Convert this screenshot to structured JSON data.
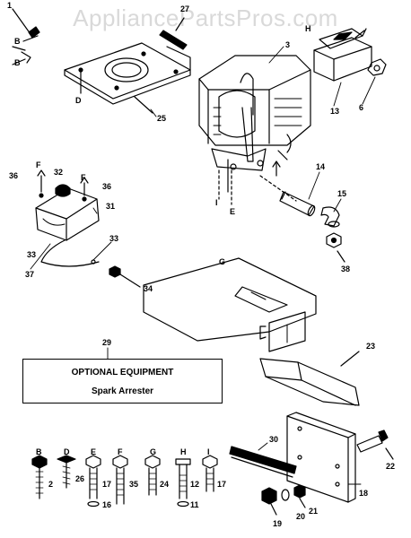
{
  "watermark": "AppliancePartsPros.com",
  "callouts": {
    "c1": "1",
    "c27": "27",
    "c3": "3",
    "c25": "25",
    "c13": "13",
    "c6": "6",
    "c14": "14",
    "c15": "15",
    "c38": "38",
    "c36a": "36",
    "c32": "32",
    "c36b": "36",
    "c31": "31",
    "c33a": "33",
    "c33b": "33",
    "c37": "37",
    "c34": "34",
    "c29": "29",
    "c23": "23",
    "c30": "30",
    "c22": "22",
    "c18": "18",
    "c21": "21",
    "c20": "20",
    "c19": "19"
  },
  "letters": {
    "B1": "B",
    "B2": "B",
    "D": "D",
    "H": "H",
    "F1": "F",
    "F2": "F",
    "I": "I",
    "E": "E",
    "G": "G"
  },
  "optional_box": {
    "title": "OPTIONAL EQUIPMENT",
    "subtitle": "Spark Arrester"
  },
  "fasteners": [
    {
      "letter": "B",
      "qty": "2"
    },
    {
      "letter": "D",
      "qty": "26"
    },
    {
      "letter": "E",
      "qty": "17"
    },
    {
      "letter": "F",
      "qty": "35"
    },
    {
      "letter": "G",
      "qty": "24"
    },
    {
      "letter": "H",
      "qty": "12"
    },
    {
      "letter": "I",
      "qty": "17"
    }
  ],
  "washers": {
    "w16": "16",
    "w11": "11"
  }
}
